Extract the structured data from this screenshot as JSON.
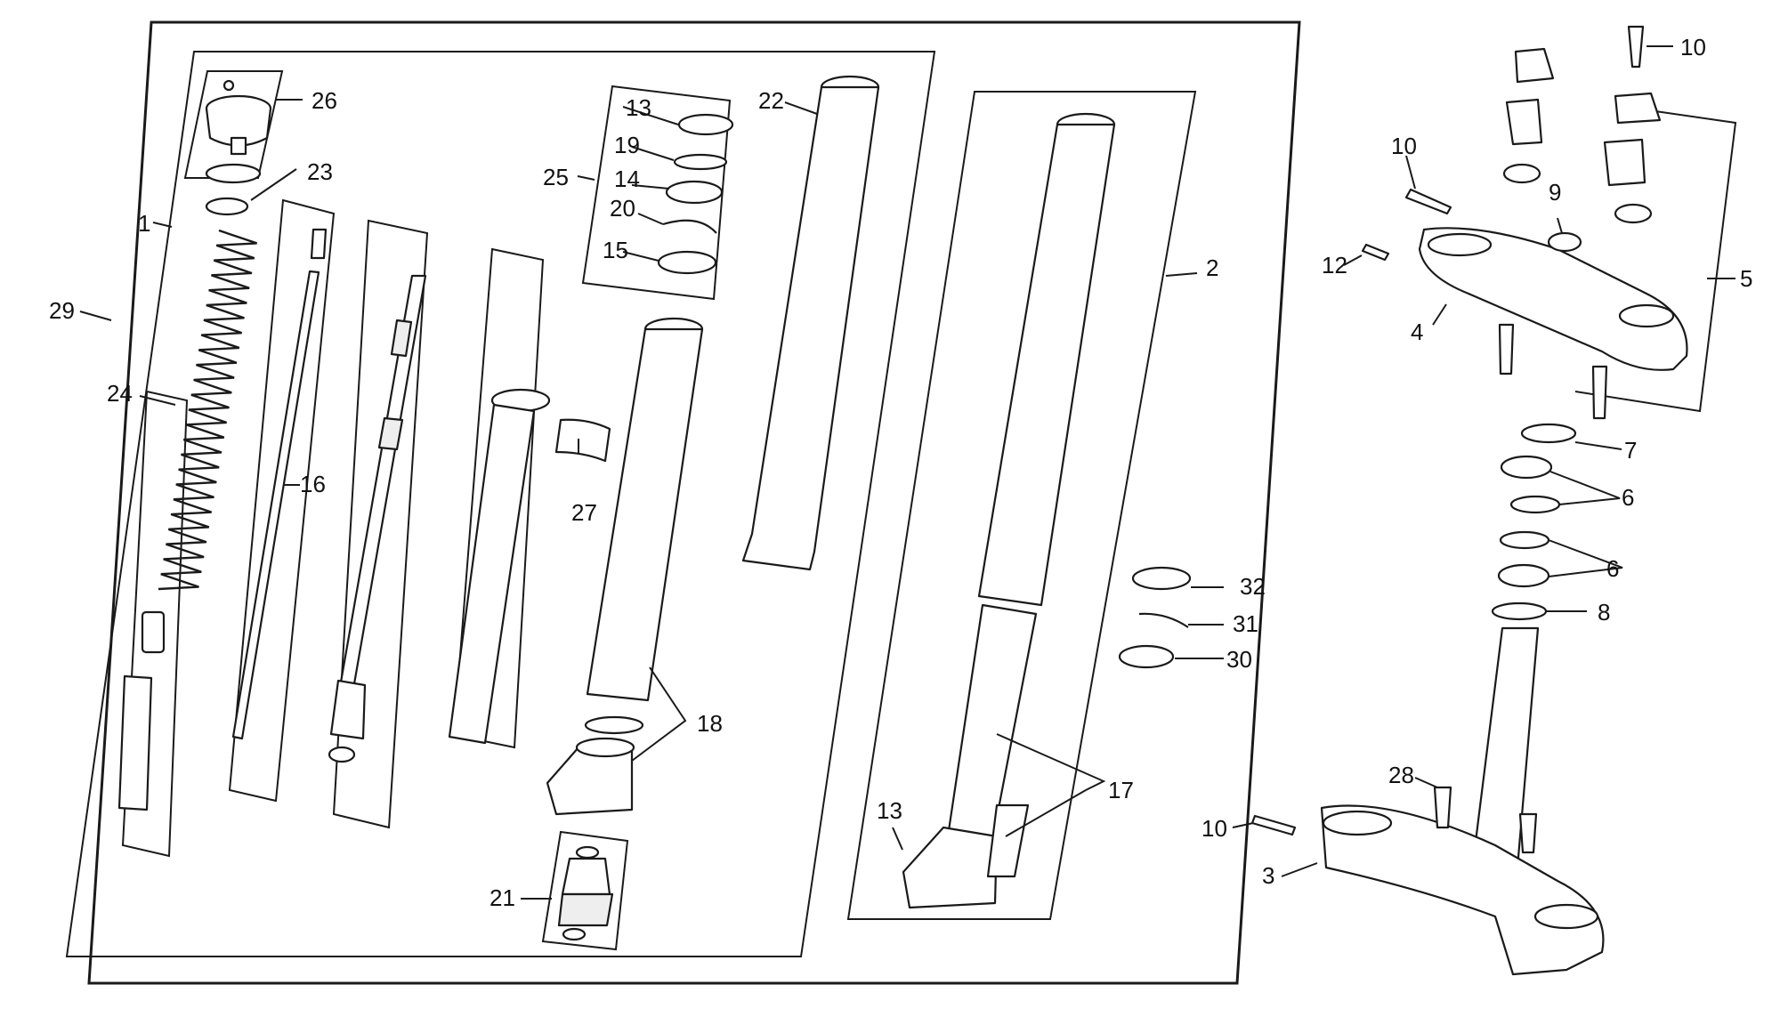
{
  "callouts": {
    "c1": "1",
    "c2": "2",
    "c3": "3",
    "c4": "4",
    "c5": "5",
    "c6a": "6",
    "c6b": "6",
    "c7": "7",
    "c8": "8",
    "c9": "9",
    "c10a": "10",
    "c10b": "10",
    "c10c": "10",
    "c12": "12",
    "c13a": "13",
    "c13b": "13",
    "c14": "14",
    "c15": "15",
    "c16": "16",
    "c17": "17",
    "c18": "18",
    "c19": "19",
    "c20": "20",
    "c21": "21",
    "c22": "22",
    "c23": "23",
    "c24": "24",
    "c25": "25",
    "c26": "26",
    "c27": "27",
    "c28": "28",
    "c29": "29",
    "c30": "30",
    "c31": "31",
    "c32": "32"
  }
}
